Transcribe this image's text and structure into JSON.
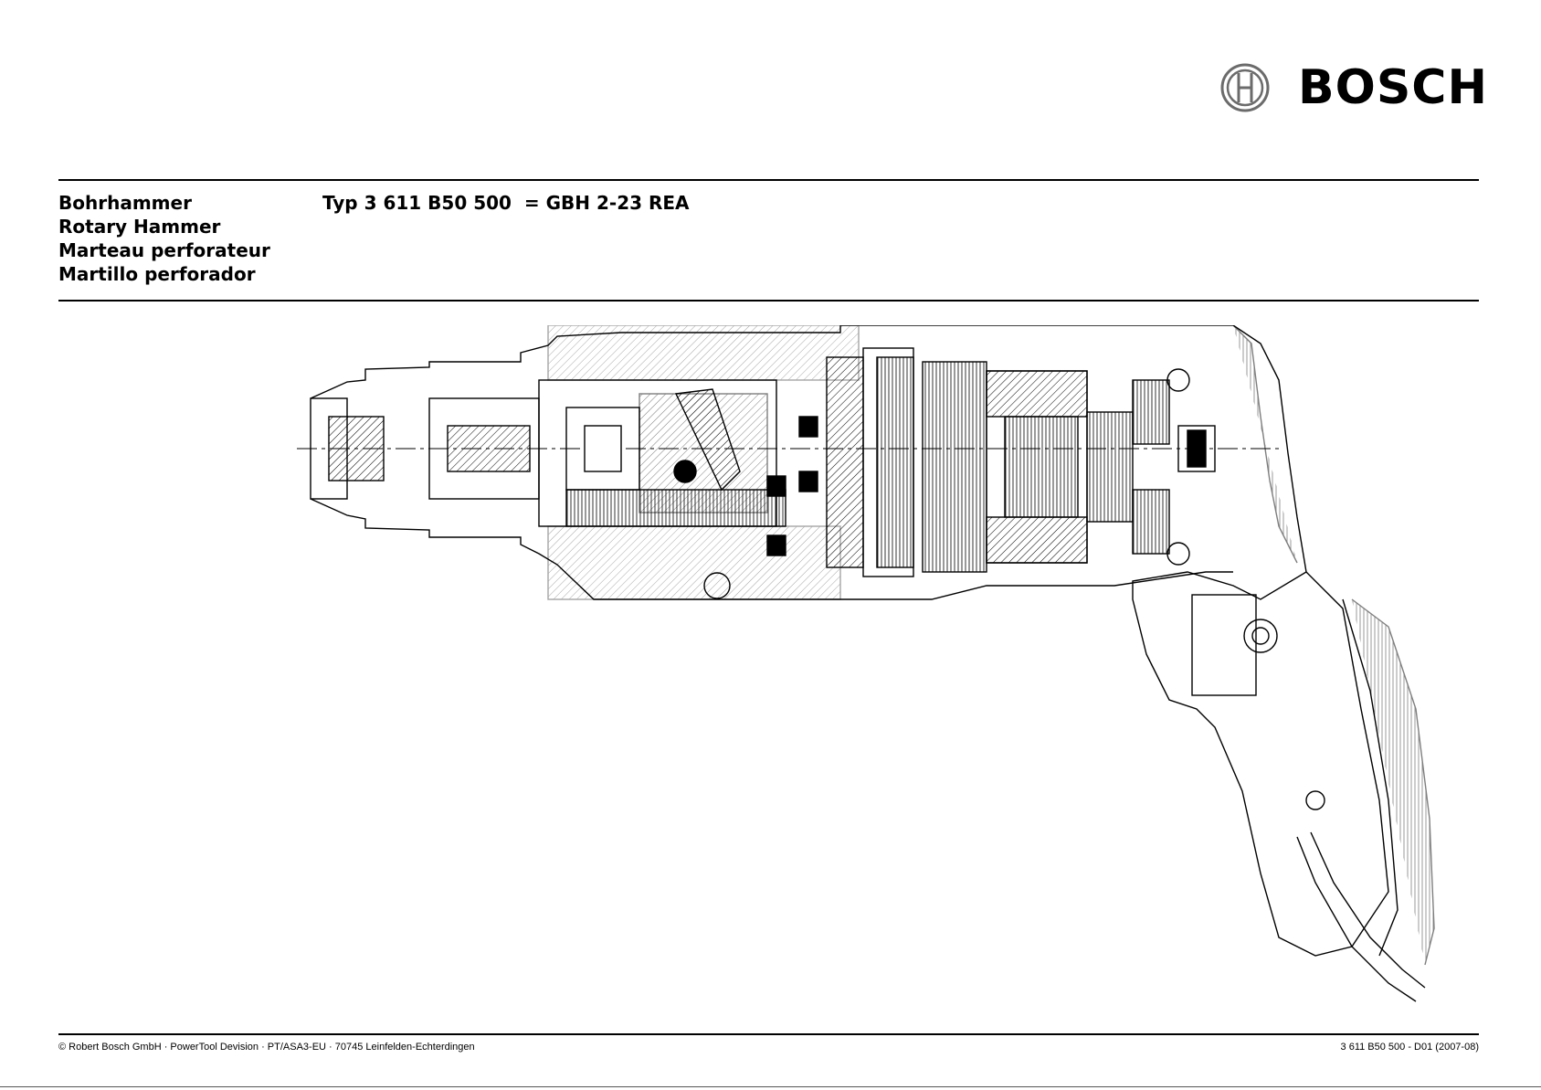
{
  "brand": {
    "logo_text": "BOSCH",
    "logo_mark_icon": "bosch-armature-icon"
  },
  "header": {
    "names": [
      "Bohrhammer",
      "Rotary Hammer",
      "Marteau perforateur",
      "Martillo perforador"
    ],
    "type_line": "Typ 3 611 B50 500  = GBH 2-23 REA"
  },
  "drawing": {
    "icon": "rotary-hammer-cross-section-drawing"
  },
  "footer": {
    "left": "© Robert Bosch GmbH · PowerTool Devision · PT/ASA3-EU · 70745 Leinfelden-Echterdingen",
    "right": "3 611 B50 500 - D01 (2007-08)"
  },
  "colors": {
    "ink": "#000000",
    "logo_mark": "#6b6b6b",
    "background": "#ffffff"
  }
}
